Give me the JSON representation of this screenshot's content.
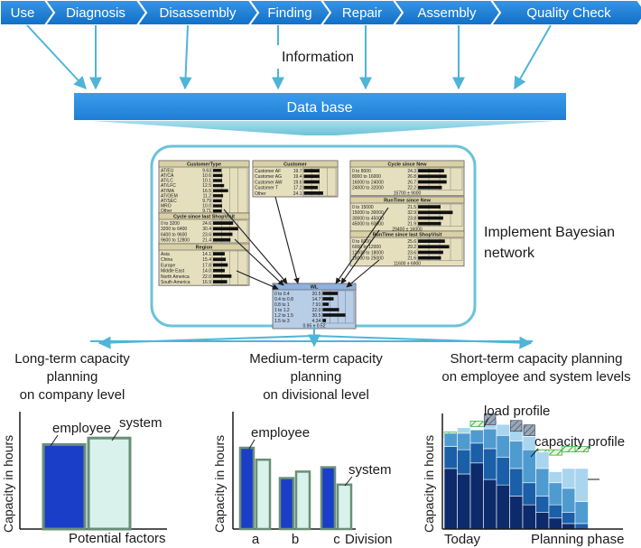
{
  "phases": [
    "Use",
    "Diagnosis",
    "Disassembly",
    "Finding",
    "Repair",
    "Assembly",
    "Quality Check"
  ],
  "information_label": "Information",
  "database_label": "Data base",
  "bayesian_label": [
    "Implement Bayesian",
    "network"
  ],
  "network": {
    "nodes": [
      {
        "title": "CustomerType",
        "rows": [
          [
            "AT/EU",
            "9.63"
          ],
          [
            "AT/CA",
            "10.6"
          ],
          [
            "AT/LC",
            "10.1"
          ],
          [
            "AT/LFC",
            "12.5"
          ],
          [
            "AT/MA",
            "16.5"
          ],
          [
            "AT/OEM",
            "11.2"
          ],
          [
            "AT/SEC",
            "9.79"
          ],
          [
            "MRO",
            "10.0"
          ],
          [
            "Other",
            "9.71"
          ]
        ],
        "bars": [
          0.25,
          0.28,
          0.27,
          0.33,
          0.45,
          0.3,
          0.26,
          0.27,
          0.26
        ],
        "footer": ""
      },
      {
        "title": "Customer",
        "rows": [
          [
            "Customer AF",
            "19.7"
          ],
          [
            "Customer AG",
            "19.4"
          ],
          [
            "Customer AW",
            "19.6"
          ],
          [
            "Customer T",
            "17.2"
          ],
          [
            "Other",
            "24.1"
          ]
        ],
        "bars": [
          0.5,
          0.5,
          0.5,
          0.45,
          0.62
        ],
        "footer": ""
      },
      {
        "title": "Cycle since New",
        "rows": [
          [
            "0 to 8000",
            "24.3"
          ],
          [
            "8000 to 16000",
            "26.8"
          ],
          [
            "16000 to 24000",
            "26.7"
          ],
          [
            "24000 to 32000",
            "22.2"
          ]
        ],
        "bars": [
          0.6,
          0.66,
          0.66,
          0.55
        ],
        "footer": "15700 ± 9000"
      },
      {
        "title": "Cycle since last ShopVisit",
        "rows": [
          [
            "0 to 3200",
            "24.6"
          ],
          [
            "3200 to 6400",
            "30.4"
          ],
          [
            "6400 to 9600",
            "23.6"
          ],
          [
            "9600 to 12800",
            "21.4"
          ]
        ],
        "bars": [
          0.6,
          0.75,
          0.58,
          0.52
        ],
        "footer": "6140 ± 3600"
      },
      {
        "title": "RunTime since New",
        "rows": [
          [
            "0 to 15000",
            "21.5"
          ],
          [
            "15000 to 30000",
            "32.9"
          ],
          [
            "30000 to 45000",
            "23.8"
          ],
          [
            "45000 to 60000",
            "21.9"
          ]
        ],
        "bars": [
          0.52,
          0.8,
          0.58,
          0.53
        ],
        "footer": "29400 ± 16000"
      },
      {
        "title": "Region",
        "rows": [
          [
            "Asia",
            "14.1"
          ],
          [
            "China",
            "15.4"
          ],
          [
            "Europe",
            "17.8"
          ],
          [
            "Middle East",
            "14.0"
          ],
          [
            "North America",
            "22.0"
          ],
          [
            "South America",
            "16.9"
          ]
        ],
        "bars": [
          0.35,
          0.38,
          0.44,
          0.35,
          0.55,
          0.42
        ],
        "footer": ""
      },
      {
        "title": "RunTime since last ShopVisit",
        "rows": [
          [
            "0 to 6000",
            "25.6"
          ],
          [
            "6000 to 12000",
            "29.2"
          ],
          [
            "12000 to 18000",
            "23.6"
          ],
          [
            "18000 to 25000",
            "21.6"
          ]
        ],
        "bars": [
          0.62,
          0.72,
          0.58,
          0.53
        ],
        "footer": "11600 ± 6900"
      },
      {
        "title": "WL",
        "rows": [
          [
            "0 to 0.4",
            "20.5"
          ],
          [
            "0.4 to 0.8",
            "14.7"
          ],
          [
            "0.8 to 1",
            "7.91"
          ],
          [
            "1 to 1.2",
            "22.0"
          ],
          [
            "1.2 to 1.5",
            "30.5"
          ],
          [
            "1.5 to 3",
            "4.34"
          ]
        ],
        "bars": [
          0.5,
          0.36,
          0.2,
          0.54,
          0.75,
          0.11
        ],
        "footer": "0.95 ± 0.52"
      }
    ]
  },
  "sections": [
    {
      "title": [
        "Long-term capacity",
        "planning",
        "on company level"
      ]
    },
    {
      "title": [
        "Medium-term capacity",
        "planning",
        "on divisional level"
      ]
    },
    {
      "title": [
        "Short-term capacity planning",
        "on employee and system levels"
      ]
    }
  ],
  "long_term_chart": {
    "ylabel": "Capacity in hours",
    "xlabel": "Potential factors",
    "series": [
      {
        "name": "employee",
        "value": 0.78
      },
      {
        "name": "system",
        "value": 0.84
      }
    ]
  },
  "medium_term_chart": {
    "ylabel": "Capacity in hours",
    "xlabel": "Division",
    "categories": [
      "a",
      "b",
      "c"
    ],
    "series": [
      {
        "name": "employee",
        "values": [
          0.75,
          0.47,
          0.57
        ]
      },
      {
        "name": "system",
        "values": [
          0.64,
          0.53,
          0.41
        ]
      }
    ]
  },
  "short_term_chart": {
    "ylabel": "Capacity in hours",
    "x_start": "Today",
    "x_end": "Planning phase",
    "load_profile_label": "load profile",
    "capacity_profile_label": "capacity profile",
    "stacks": [
      [
        0.55,
        0.2,
        0.12
      ],
      [
        0.5,
        0.22,
        0.15,
        0.05
      ],
      [
        0.6,
        0.18,
        0.12
      ],
      [
        0.45,
        0.28,
        0.18,
        0.08
      ],
      [
        0.4,
        0.25,
        0.2,
        0.1
      ],
      [
        0.3,
        0.25,
        0.25,
        0.15
      ],
      [
        0.22,
        0.2,
        0.3,
        0.12
      ],
      [
        0.15,
        0.15,
        0.25,
        0.15
      ],
      [
        0.1,
        0.12,
        0.2,
        0.1
      ],
      [
        0.05,
        0.1,
        0.22,
        0.18
      ],
      [
        0.0,
        0.05,
        0.2,
        0.3
      ]
    ],
    "capacity": [
      0.88,
      0.88,
      0.98,
      0.98,
      0.92,
      0.92,
      0.72,
      0.72,
      0.72,
      0.75,
      0.75
    ]
  },
  "colors": {
    "arrow": "#4fb4d8",
    "phase_fill": "#1a7fd8",
    "database_fill": "#2a8be0",
    "network_border": "#6cc3d8",
    "node_fill": "#e6dfbe",
    "node_header": "#d9d0a6",
    "wl_fill": "#b8cde6",
    "employee": "#1a3ec8",
    "system": "#d9f2ec",
    "system_border": "#6a8f78",
    "stack": [
      "#0d2a6b",
      "#1a5fa8",
      "#4f9bd0",
      "#a9d5ef"
    ],
    "capacity_hatch": "#3cb04a"
  }
}
